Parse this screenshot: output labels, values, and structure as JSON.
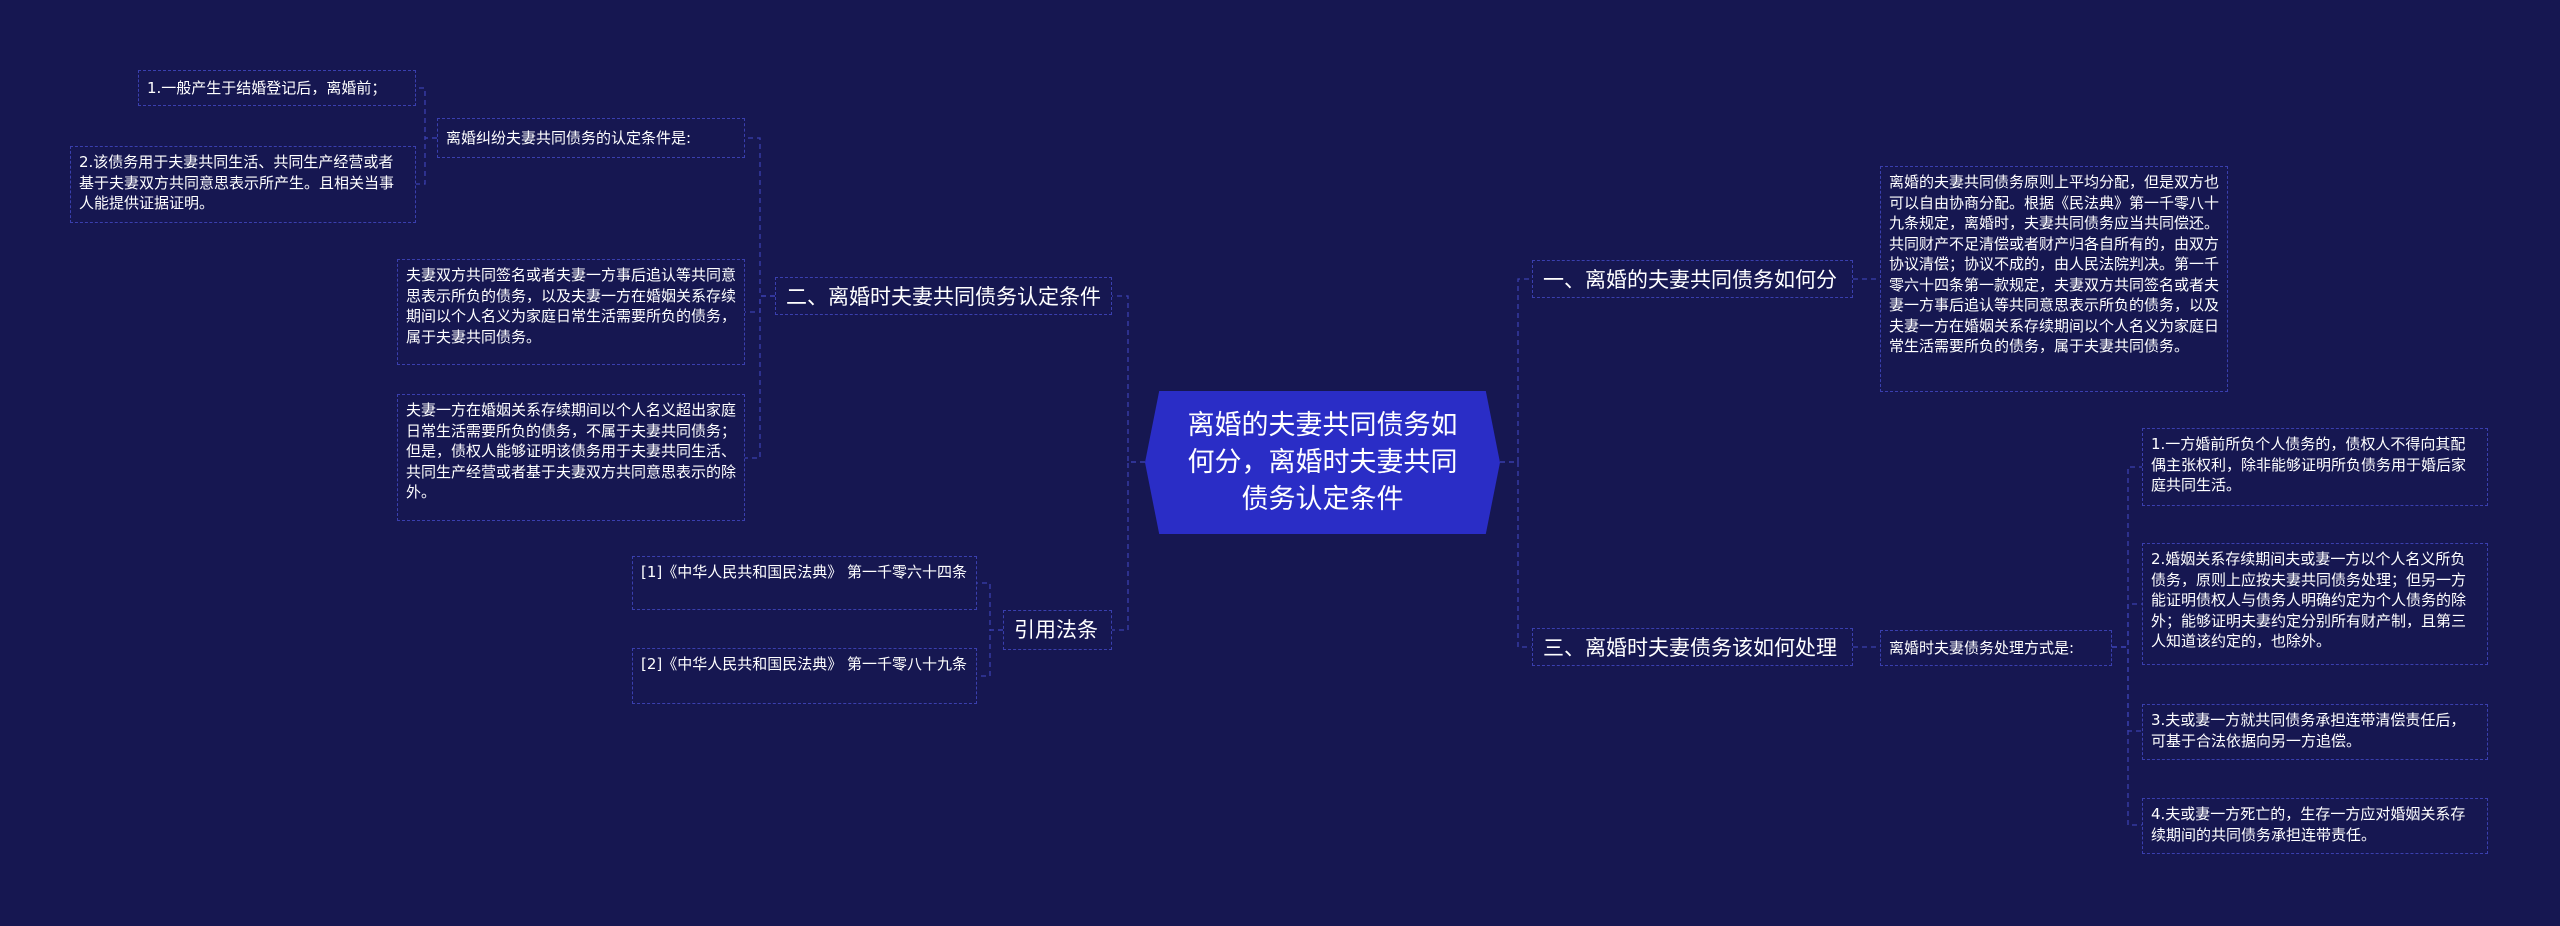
{
  "root": {
    "title": "离婚的夫妻共同债务如何分，离婚时夫妻共同债务认定条件"
  },
  "left": {
    "cond": {
      "label": "二、离婚时夫妻共同债务认定条件",
      "sub_label": "离婚纠纷夫妻共同债务的认定条件是:",
      "item1": "1.一般产生于结婚登记后，离婚前；",
      "item2": "2.该债务用于夫妻共同生活、共同生产经营或者基于夫妻双方共同意思表示所产生。且相关当事人能提供证据证明。",
      "text1": "夫妻双方共同签名或者夫妻一方事后追认等共同意思表示所负的债务，以及夫妻一方在婚姻关系存续期间以个人名义为家庭日常生活需要所负的债务，属于夫妻共同债务。",
      "text2": "夫妻一方在婚姻关系存续期间以个人名义超出家庭日常生活需要所负的债务，不属于夫妻共同债务；但是，债权人能够证明该债务用于夫妻共同生活、共同生产经营或者基于夫妻双方共同意思表示的除外。"
    },
    "law": {
      "label": "引用法条",
      "ref1": "[1]《中华人民共和国民法典》 第一千零六十四条",
      "ref2": "[2]《中华人民共和国民法典》 第一千零八十九条"
    }
  },
  "right": {
    "split": {
      "label": "一、离婚的夫妻共同债务如何分",
      "text": "离婚的夫妻共同债务原则上平均分配，但是双方也可以自由协商分配。根据《民法典》第一千零八十九条规定，离婚时，夫妻共同债务应当共同偿还。共同财产不足清偿或者财产归各自所有的，由双方协议清偿；协议不成的，由人民法院判决。第一千零六十四条第一款规定，夫妻双方共同签名或者夫妻一方事后追认等共同意思表示所负的债务，以及夫妻一方在婚姻关系存续期间以个人名义为家庭日常生活需要所负的债务，属于夫妻共同债务。"
    },
    "handle": {
      "label": "三、离婚时夫妻债务该如何处理",
      "sub_label": "离婚时夫妻债务处理方式是:",
      "item1": "1.一方婚前所负个人债务的，债权人不得向其配偶主张权利，除非能够证明所负债务用于婚后家庭共同生活。",
      "item2": "2.婚姻关系存续期间夫或妻一方以个人名义所负债务，原则上应按夫妻共同债务处理；但另一方能证明债权人与债务人明确约定为个人债务的除外；能够证明夫妻约定分别所有财产制，且第三人知道该约定的，也除外。",
      "item3": "3.夫或妻一方就共同债务承担连带清偿责任后，可基于合法依据向另一方追偿。",
      "item4": "4.夫或妻一方死亡的，生存一方应对婚姻关系存续期间的共同债务承担连带责任。"
    }
  },
  "colors": {
    "background": "#161751",
    "root": "#2a2dc6",
    "border": "#3a3fae",
    "line": "#3a3fae"
  }
}
